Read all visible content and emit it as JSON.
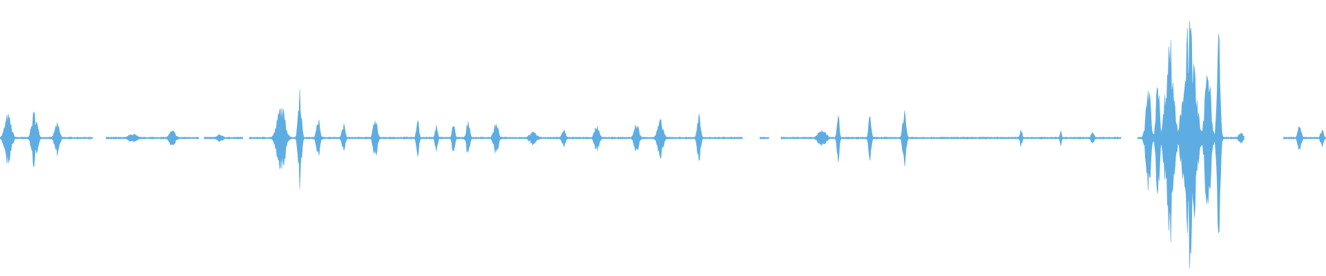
{
  "waveform": {
    "color": "#5dade2",
    "background": "#ffffff",
    "segments": [
      {
        "start": 0.0,
        "end": 0.07,
        "bursts": [
          {
            "center": 0.006,
            "width": 0.008,
            "amplitude": 0.08
          },
          {
            "center": 0.026,
            "width": 0.007,
            "amplitude": 0.09
          },
          {
            "center": 0.043,
            "width": 0.006,
            "amplitude": 0.05
          }
        ]
      },
      {
        "start": 0.08,
        "end": 0.15,
        "bursts": [
          {
            "center": 0.1,
            "width": 0.01,
            "amplitude": 0.015
          },
          {
            "center": 0.13,
            "width": 0.008,
            "amplitude": 0.025
          }
        ]
      },
      {
        "start": 0.154,
        "end": 0.183,
        "bursts": [
          {
            "center": 0.166,
            "width": 0.008,
            "amplitude": 0.012
          }
        ]
      },
      {
        "start": 0.188,
        "end": 0.56,
        "bursts": [
          {
            "center": 0.212,
            "width": 0.01,
            "amplitude": 0.11
          },
          {
            "center": 0.226,
            "width": 0.004,
            "amplitude": 0.19
          },
          {
            "center": 0.24,
            "width": 0.004,
            "amplitude": 0.09
          },
          {
            "center": 0.259,
            "width": 0.004,
            "amplitude": 0.05
          },
          {
            "center": 0.283,
            "width": 0.005,
            "amplitude": 0.08
          },
          {
            "center": 0.315,
            "width": 0.003,
            "amplitude": 0.08
          },
          {
            "center": 0.329,
            "width": 0.003,
            "amplitude": 0.05
          },
          {
            "center": 0.342,
            "width": 0.003,
            "amplitude": 0.07
          },
          {
            "center": 0.353,
            "width": 0.004,
            "amplitude": 0.07
          },
          {
            "center": 0.374,
            "width": 0.006,
            "amplitude": 0.05
          },
          {
            "center": 0.402,
            "width": 0.01,
            "amplitude": 0.02
          },
          {
            "center": 0.425,
            "width": 0.005,
            "amplitude": 0.03
          },
          {
            "center": 0.45,
            "width": 0.006,
            "amplitude": 0.04
          },
          {
            "center": 0.48,
            "width": 0.006,
            "amplitude": 0.05
          },
          {
            "center": 0.498,
            "width": 0.007,
            "amplitude": 0.06
          },
          {
            "center": 0.527,
            "width": 0.004,
            "amplitude": 0.08
          }
        ]
      },
      {
        "start": 0.573,
        "end": 0.58,
        "bursts": []
      },
      {
        "start": 0.589,
        "end": 0.845,
        "bursts": [
          {
            "center": 0.62,
            "width": 0.01,
            "amplitude": 0.03
          },
          {
            "center": 0.632,
            "width": 0.003,
            "amplitude": 0.09
          },
          {
            "center": 0.656,
            "width": 0.003,
            "amplitude": 0.1
          },
          {
            "center": 0.682,
            "width": 0.004,
            "amplitude": 0.11
          },
          {
            "center": 0.77,
            "width": 0.003,
            "amplitude": 0.03
          },
          {
            "center": 0.8,
            "width": 0.002,
            "amplitude": 0.03
          },
          {
            "center": 0.824,
            "width": 0.004,
            "amplitude": 0.02
          }
        ]
      },
      {
        "start": 0.858,
        "end": 0.938,
        "bursts": [
          {
            "center": 0.866,
            "width": 0.006,
            "amplitude": 0.18
          },
          {
            "center": 0.873,
            "width": 0.004,
            "amplitude": 0.25
          },
          {
            "center": 0.882,
            "width": 0.01,
            "amplitude": 0.34
          },
          {
            "center": 0.897,
            "width": 0.014,
            "amplitude": 0.38
          },
          {
            "center": 0.911,
            "width": 0.007,
            "amplitude": 0.28
          },
          {
            "center": 0.919,
            "width": 0.004,
            "amplitude": 0.35
          },
          {
            "center": 0.936,
            "width": 0.006,
            "amplitude": 0.02
          }
        ]
      },
      {
        "start": 0.968,
        "end": 1.0,
        "bursts": [
          {
            "center": 0.98,
            "width": 0.004,
            "amplitude": 0.05
          },
          {
            "center": 0.997,
            "width": 0.004,
            "amplitude": 0.03
          }
        ]
      }
    ]
  }
}
